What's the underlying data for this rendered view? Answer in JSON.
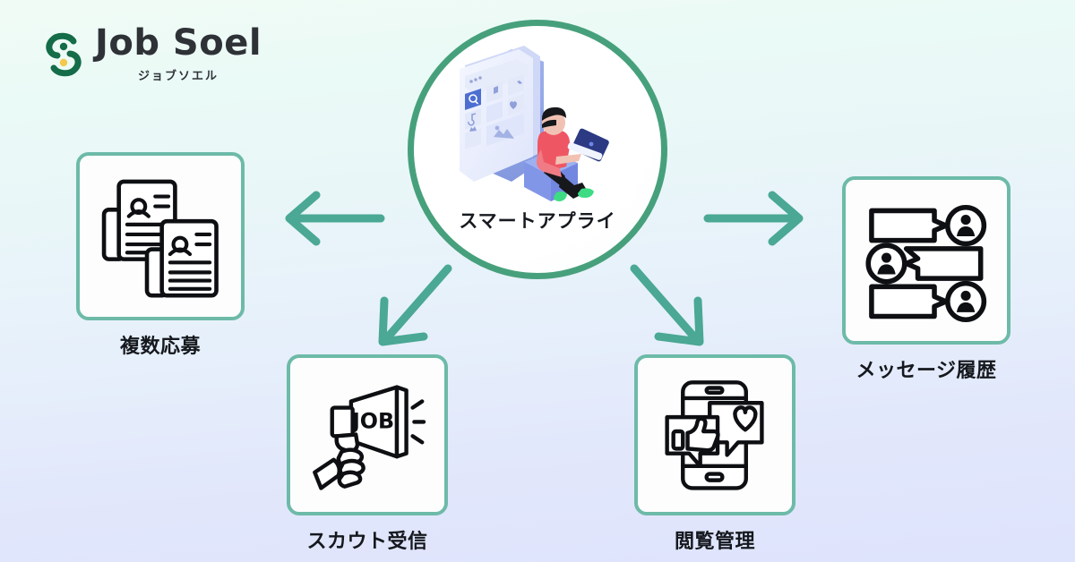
{
  "brand": {
    "name": "Job Soel",
    "kana": "ジョブソエル",
    "mark_icon": "job-soel-s-mark",
    "mark_color": "#146c48",
    "dot_color": "#f2c94c",
    "text_color": "#2e3237"
  },
  "hub": {
    "label": "スマートアプライ",
    "icon": "person-with-laptop-app-illustration",
    "ring_color": "#47a07c"
  },
  "colors": {
    "card_border": "#6dbaa8",
    "arrow": "#4aa894",
    "ring": "#47a07c",
    "text": "#15181d",
    "bg_top": "#f1fbf5",
    "bg_bottom": "#dee4fc"
  },
  "cards": [
    {
      "id": "multi",
      "label": "複数応募",
      "icon": "two-resume-documents-icon"
    },
    {
      "id": "scout",
      "label": "スカウト受信",
      "icon": "hand-holding-megaphone-job-icon"
    },
    {
      "id": "view",
      "label": "閲覧管理",
      "icon": "smartphone-thumbsup-heart-icon"
    },
    {
      "id": "message",
      "label": "メッセージ履歴",
      "icon": "chat-bubbles-avatars-icon"
    }
  ],
  "arrows": [
    {
      "id": "left",
      "direction": "left",
      "icon": "arrow-left-icon"
    },
    {
      "id": "right",
      "direction": "right",
      "icon": "arrow-right-icon"
    },
    {
      "id": "dl",
      "direction": "down-left",
      "icon": "arrow-down-left-icon"
    },
    {
      "id": "dr",
      "direction": "down-right",
      "icon": "arrow-down-right-icon"
    }
  ],
  "megaphone_text": "JOB"
}
